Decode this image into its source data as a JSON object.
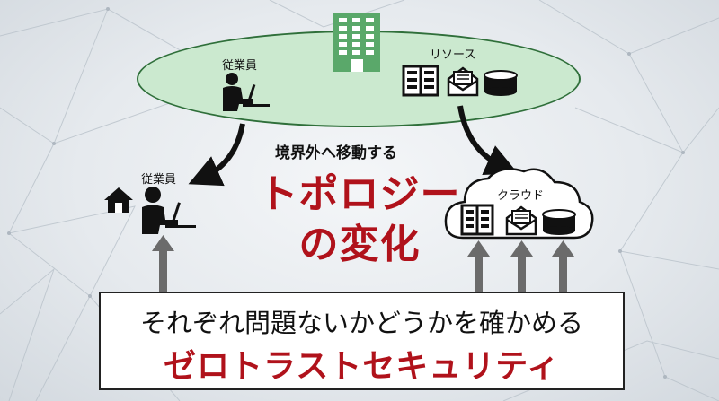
{
  "ellipse": {
    "employee_label": "従業員",
    "resource_label": "リソース"
  },
  "center": {
    "subtitle": "境界外へ移動する",
    "title_line1": "トポロジー",
    "title_line2": "の変化"
  },
  "left_side": {
    "employee_label": "従業員"
  },
  "cloud": {
    "label": "クラウド"
  },
  "bottom": {
    "line1": "それぞれ問題ないかどうかを確かめる",
    "line2": "ゼロトラストセキュリティ"
  },
  "icons": [
    "building-icon",
    "employee-laptop-icon",
    "server-icon",
    "mail-icon",
    "database-icon",
    "house-icon",
    "cloud-icon"
  ],
  "colors": {
    "accent_red": "#b0121b",
    "ellipse_fill": "#cbe9cf",
    "ellipse_border": "#2f6f3a",
    "building_green": "#5aa86a",
    "arrow_gray": "#6b6b6b"
  }
}
